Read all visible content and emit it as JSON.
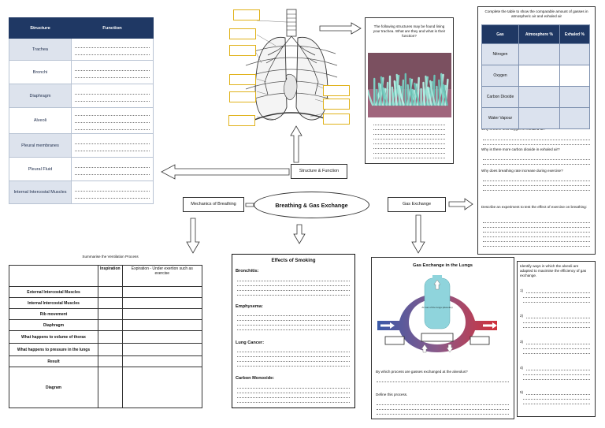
{
  "structure_table": {
    "headers": [
      "Structure",
      "Function"
    ],
    "rows": [
      "Trachea",
      "Bronchi",
      "Diaphragm",
      "Alveoli",
      "Pleural membranes",
      "Pleural Fluid",
      "Internal Intercostal Muscles"
    ]
  },
  "trachea_question": "The following structures may be found lining your trachea. What are they and what is their function?",
  "gas_panel": {
    "prompt": "Complete the table to show the comparable amount of gasses in atmospheric air and exhaled air",
    "headers": [
      "Gas",
      "Atmosphere %",
      "Exhaled %"
    ],
    "gases": [
      "Nitrogen",
      "Oxygen",
      "Carbon Dioxide",
      "Water Vapour"
    ],
    "q1": "Why is there less oxygen in exhaled air?",
    "q2": "Why is there more carbon dioxide in exhaled air?",
    "q3": "Why does breathing rate increase during exercise?",
    "q4": "Describe an experiment to test the effect of exercise on breathing:"
  },
  "mindmap": {
    "center": "Breathing & Gas Exchange",
    "structure_function": "Structure & Function",
    "mechanics": "Mechanics of Breathing",
    "gas_exchange": "Gas Exchange"
  },
  "ventilation": {
    "title": "Summarise the Ventilation Process",
    "col_inspiration": "Inspiration",
    "col_expiration": "Expiration - Under exertion such as exercise",
    "rows": [
      "External Intercostal Muscles",
      "Internal Intercostal Muscles",
      "Rib movement",
      "Diaphragm",
      "What happens to volume of thorax",
      "What happens to pressure in the lungs",
      "Result",
      "Diagram"
    ]
  },
  "smoking": {
    "title": "Effects of Smoking",
    "items": [
      "Bronchitis:",
      "Emphysema:",
      "Lung Cancer:",
      "Carbon Monoxide:"
    ]
  },
  "gas_lungs": {
    "title": "Gas Exchange in the Lungs",
    "alveolus_label": "Air sac of the lungs (alveolus)",
    "q1": "By which process are gasses exchanged at the alveolus?",
    "q2": "Define this process."
  },
  "alveoli_ways": {
    "prompt": "Identify ways in which the alveoli are adapted to maximise the efficiency of gas exchange.",
    "items": [
      "1)",
      "2)",
      "3)",
      "4)",
      "5)"
    ]
  }
}
